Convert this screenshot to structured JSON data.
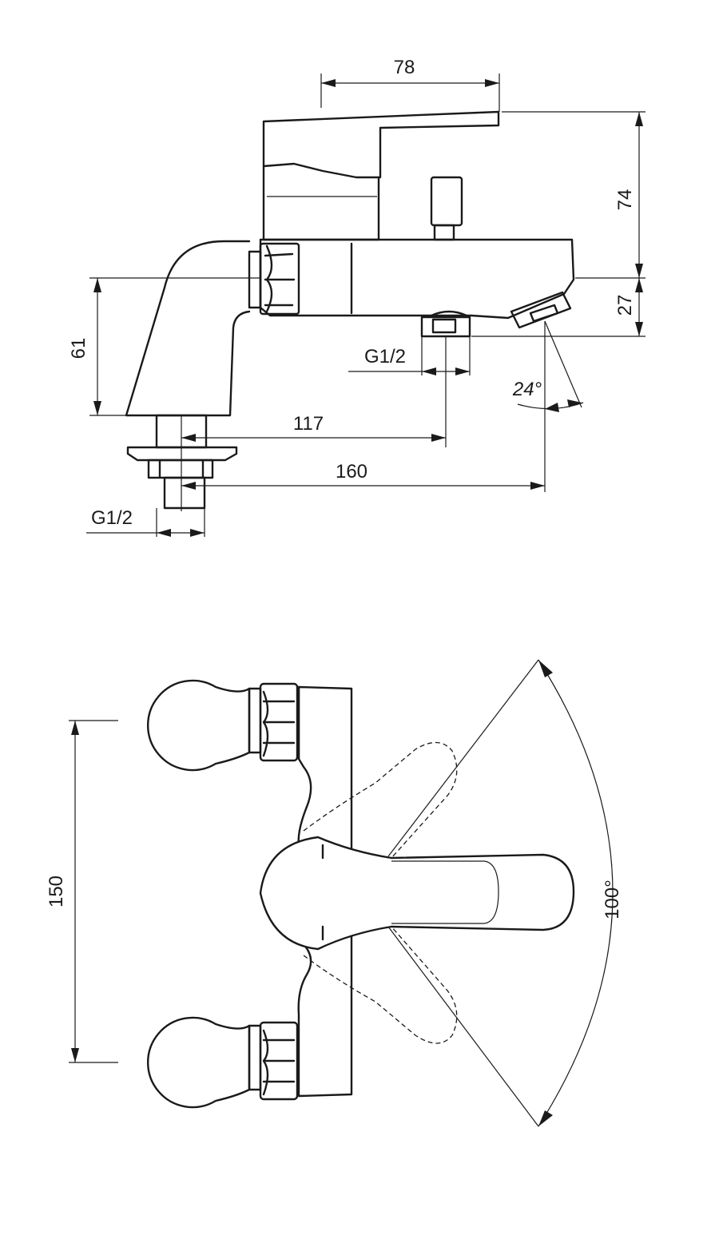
{
  "side_view": {
    "dim_handle_length": "78",
    "dim_height_top": "74",
    "dim_height_bottom": "27",
    "dim_spout_drop": "61",
    "dim_outlet_thread": "G1/2",
    "dim_reach_117": "117",
    "dim_reach_160": "160",
    "dim_angle": "24°",
    "dim_inlet_thread": "G1/2"
  },
  "top_view": {
    "dim_centers": "150",
    "dim_rotation": "100°"
  }
}
